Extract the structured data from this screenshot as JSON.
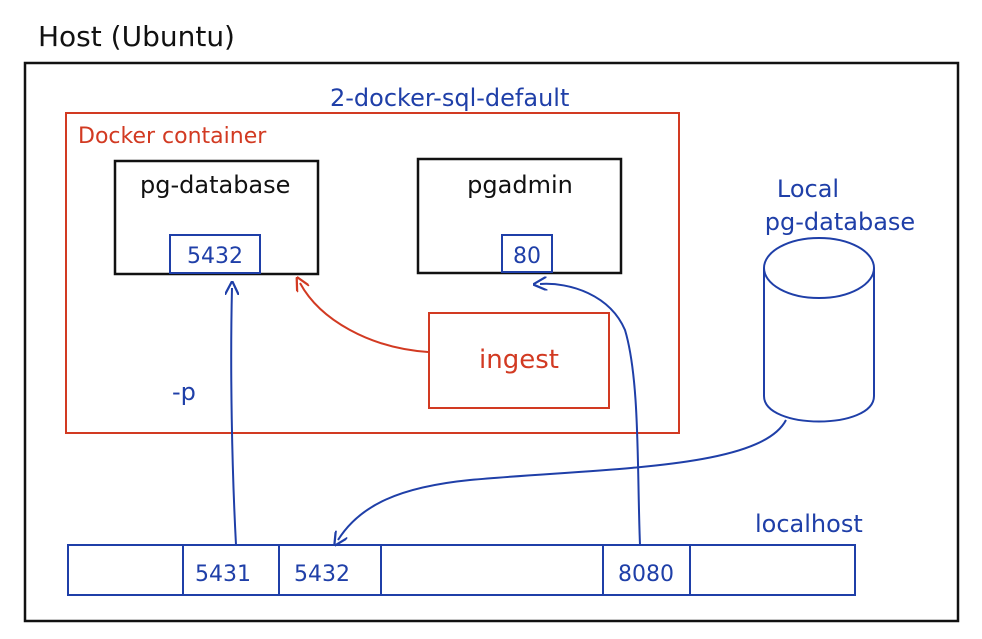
{
  "host_label": "Host (Ubuntu)",
  "network_label": "2-docker-sql-default",
  "container_label": "Docker container",
  "pg_database": {
    "name": "pg-database",
    "port": "5432"
  },
  "pgadmin": {
    "name": "pgadmin",
    "port": "80"
  },
  "ingest_label": "ingest",
  "local_db_label_line1": "Local",
  "local_db_label_line2": "pg-database",
  "localhost_label": "localhost",
  "port_flag_label": "-p",
  "localhost_ports": [
    "",
    "5431",
    "5432",
    "",
    "8080",
    ""
  ],
  "colors": {
    "black": "#111111",
    "blue": "#1f3fa8",
    "red": "#d23a22"
  }
}
